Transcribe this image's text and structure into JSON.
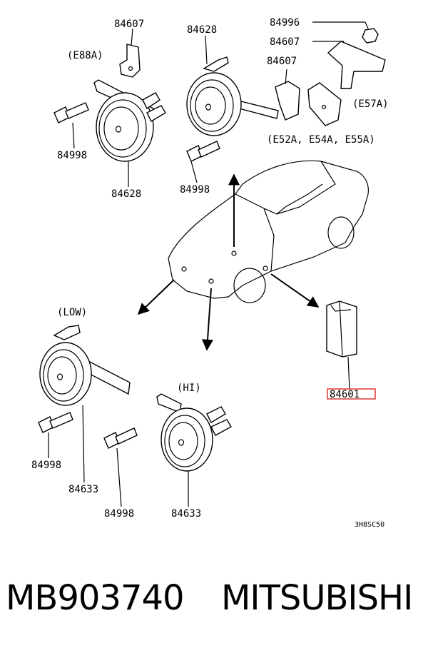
{
  "diagram": {
    "labels": {
      "p84607_top": "84607",
      "e88a": "(E88A)",
      "p84628_top": "84628",
      "p84996": "84996",
      "p84607_right1": "84607",
      "p84607_right2": "84607",
      "e57a": "(E57A)",
      "e52a": "(E52A, E54A, E55A)",
      "p84998_a": "84998",
      "p84628_bottom": "84628",
      "p84998_b": "84998",
      "low": "(LOW)",
      "hi": "(HI)",
      "p84601": "84601",
      "p84998_c": "84998",
      "p84633_a": "84633",
      "p84998_d": "84998",
      "p84633_b": "84633",
      "drawing_code": "3H8SC50"
    },
    "highlight_color": "#e0363c"
  },
  "footer": {
    "part_number": "MB903740",
    "brand": "MITSUBISHI"
  }
}
